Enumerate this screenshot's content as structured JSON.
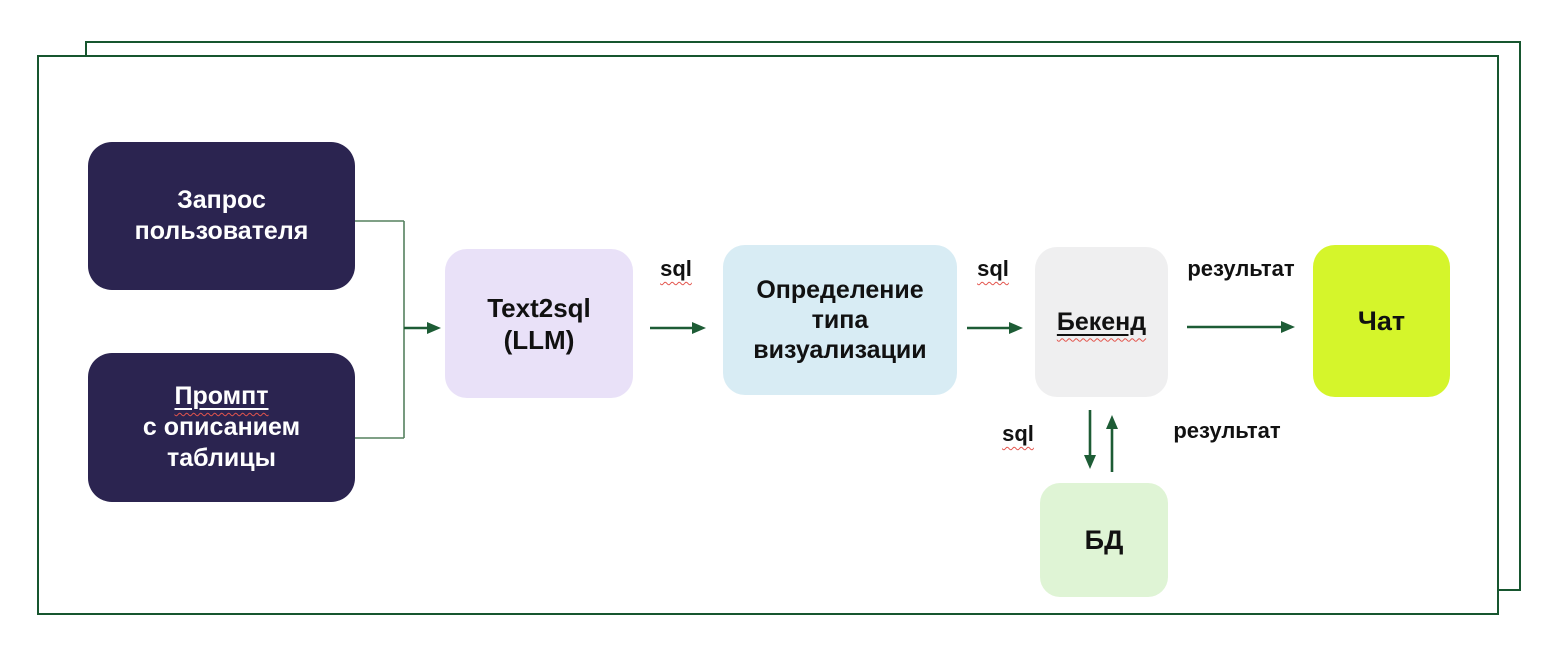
{
  "nodes": {
    "user_query": {
      "line1": "Запрос",
      "line2": "пользователя"
    },
    "prompt": {
      "line1": "Промпт",
      "line2": "с описанием",
      "line3": "таблицы"
    },
    "text2sql": {
      "line1": "Text2sql",
      "line2": "(LLM)"
    },
    "viz_type": {
      "line1": "Определение",
      "line2": "типа",
      "line3": "визуализации"
    },
    "backend": {
      "label": "Бекенд"
    },
    "chat": {
      "label": "Чат"
    },
    "db": {
      "label": "БД"
    }
  },
  "edge_labels": {
    "text2sql_to_viztype": "sql",
    "viztype_to_backend": "sql",
    "backend_to_chat": "результат",
    "backend_to_db": "sql",
    "db_to_backend": "результат"
  },
  "colors": {
    "frame_border": "#17562f",
    "connector_line": "#55815f",
    "arrow": "#1d5c35",
    "node_navy": "#2b2450",
    "node_lavender": "#e9e1f8",
    "node_lightblue": "#d8ecf4",
    "node_gray": "#efeff0",
    "node_chartreuse": "#d5f52b",
    "node_lightgreen": "#dff4d5",
    "squiggle_red": "#e3544c"
  }
}
